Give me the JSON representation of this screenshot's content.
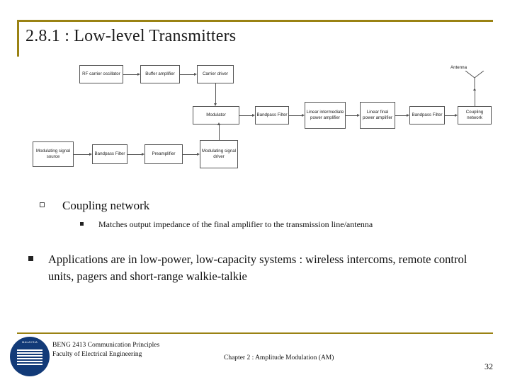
{
  "slide": {
    "title": "2.8.1 : Low-level Transmitters",
    "page_number": "32",
    "accent_color": "#9a8213"
  },
  "diagram": {
    "blocks": [
      {
        "id": "rf-carrier-oscillator",
        "label": "RF carrier oscillator"
      },
      {
        "id": "buffer-amplifier",
        "label": "Buffer amplifier"
      },
      {
        "id": "carrier-driver",
        "label": "Carrier driver"
      },
      {
        "id": "modulator",
        "label": "Modulator"
      },
      {
        "id": "bandpass-filter-mid",
        "label": "Bandpass Filter"
      },
      {
        "id": "linear-intermediate-power-amplifier",
        "label": "Linear intermediate power amplifier"
      },
      {
        "id": "linear-final-power-amplifier",
        "label": "Linear final power amplifier"
      },
      {
        "id": "bandpass-filter-out",
        "label": "Bandpass Filter"
      },
      {
        "id": "coupling-network",
        "label": "Coupling network"
      },
      {
        "id": "modulating-signal-source",
        "label": "Modulating signal source"
      },
      {
        "id": "bandpass-filter-in",
        "label": "Bandpass Filter"
      },
      {
        "id": "preamplifier",
        "label": "Preamplifier"
      },
      {
        "id": "modulating-signal-driver",
        "label": "Modulating signal driver"
      }
    ],
    "antenna_label": "Antenna"
  },
  "content": {
    "bullet1": "Coupling network",
    "bullet1_sub": "Matches output impedance of the final amplifier to the transmission line/antenna",
    "bullet2": "Applications are in low-power, low-capacity systems : wireless intercoms, remote control units, pagers and short-range walkie-talkie"
  },
  "footer": {
    "line1": "BENG 2413 Communication Principles",
    "line2": "Faculty of Electrical Engineering",
    "center": "Chapter 2 : Amplitude Modulation (AM)",
    "logo_text": "MALAYSIA"
  }
}
